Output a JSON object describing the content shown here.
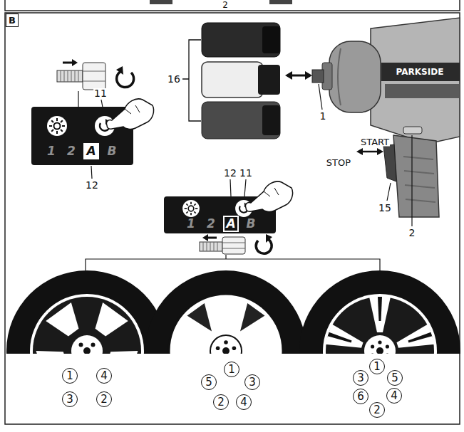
{
  "diagram": {
    "nodes": [
      {
        "text": [
          "B"
        ]
      },
      {
        "text": [
          "1",
          "2",
          "B"
        ]
      },
      {
        "text": [
          "A"
        ],
        "in": 1
      },
      {
        "text": [
          "1",
          "2",
          "B"
        ]
      },
      {
        "text": [
          "A"
        ],
        "in": 3
      },
      {
        "text": [
          "1"
        ]
      },
      {
        "text": [
          "4"
        ]
      },
      {
        "text": [
          "3"
        ]
      },
      {
        "text": [
          "2"
        ]
      },
      {
        "text": [
          "1"
        ]
      },
      {
        "text": [
          "5"
        ]
      },
      {
        "text": [
          "3"
        ]
      },
      {
        "text": [
          "2"
        ]
      },
      {
        "text": [
          "4"
        ]
      },
      {
        "text": [
          "1"
        ]
      },
      {
        "text": [
          "3"
        ]
      },
      {
        "text": [
          "5"
        ]
      },
      {
        "text": [
          "6"
        ]
      },
      {
        "text": [
          "4"
        ]
      },
      {
        "text": [
          "2"
        ]
      }
    ],
    "labels": [
      "2",
      "16",
      "11",
      "12",
      "1",
      "START",
      "STOP",
      "15",
      "2",
      "12",
      "11",
      "PARKSIDE"
    ]
  }
}
